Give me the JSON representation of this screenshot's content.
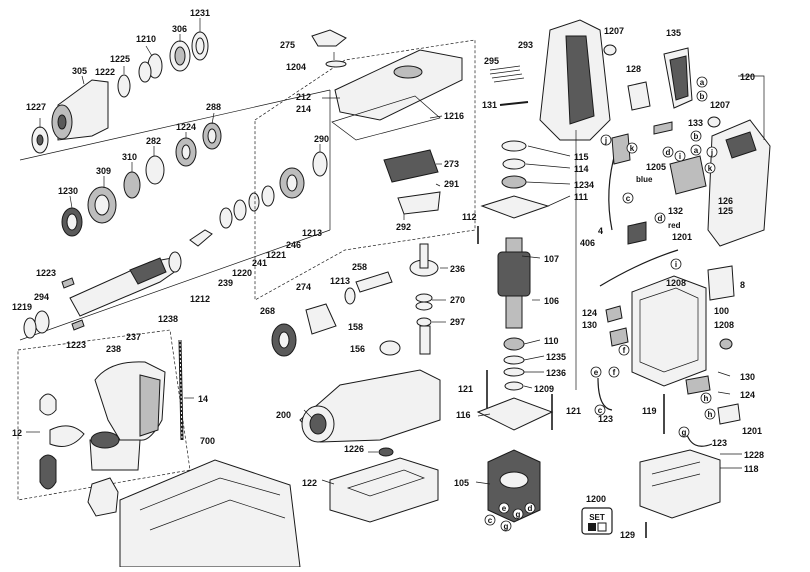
{
  "labels": {
    "p1231": "1231",
    "p306": "306",
    "p1210": "1210",
    "p1225": "1225",
    "p305": "305",
    "p1222": "1222",
    "p1227": "1227",
    "p288": "288",
    "p1224": "1224",
    "p282": "282",
    "p310": "310",
    "p309": "309",
    "p1230": "1230",
    "p290": "290",
    "p1213a": "1213",
    "p246": "246",
    "p1221": "1221",
    "p241": "241",
    "p1220": "1220",
    "p239": "239",
    "p1212": "1212",
    "p1223a": "1223",
    "p294": "294",
    "p1219": "1219",
    "p1223b": "1223",
    "p237": "237",
    "p238": "238",
    "p275": "275",
    "p1204": "1204",
    "p212": "212",
    "p214": "214",
    "p1216": "1216",
    "p273": "273",
    "p291": "291",
    "p292": "292",
    "p236": "236",
    "p258": "258",
    "p1213b": "1213",
    "p274": "274",
    "p270": "270",
    "p297": "297",
    "p268": "268",
    "p158": "158",
    "p156": "156",
    "p200": "200",
    "p1226": "1226",
    "p122": "122",
    "p1238": "1238",
    "p14": "14",
    "p12": "12",
    "p700": "700",
    "p293": "293",
    "p295": "295",
    "p131": "131",
    "p1207a": "1207",
    "p135": "135",
    "p128": "128",
    "p120": "120",
    "p1207b": "1207",
    "p133": "133",
    "p115": "115",
    "p114": "114",
    "p1234": "1234",
    "p111": "111",
    "p112": "112",
    "p406": "406",
    "p107": "107",
    "p106": "106",
    "p110": "110",
    "p1235": "1235",
    "p1236": "1236",
    "p1209": "1209",
    "p121a": "121",
    "p121b": "121",
    "p116": "116",
    "p105": "105",
    "p1205": "1205",
    "p126": "126",
    "p125": "125",
    "p132": "132",
    "p4": "4",
    "p1201a": "1201",
    "p8": "8",
    "p1208a": "1208",
    "p100": "100",
    "p1208b": "1208",
    "p124a": "124",
    "p130a": "130",
    "p130b": "130",
    "p124b": "124",
    "p123a": "123",
    "p119": "119",
    "p1201b": "1201",
    "p123b": "123",
    "p1228": "1228",
    "p118": "118",
    "p1200": "1200",
    "p129": "129"
  },
  "letters": {
    "a1": "a",
    "b1": "b",
    "c1": "c",
    "d1": "d",
    "f1": "f",
    "g1": "g",
    "h1": "h",
    "i1": "i",
    "j1": "j",
    "k1": "k",
    "j2": "j",
    "k2": "k",
    "i2": "i",
    "c2": "c",
    "d2": "d",
    "a2": "a",
    "b2": "b",
    "e1": "e",
    "f2": "f",
    "h2": "h",
    "g2": "g",
    "e2": "e",
    "c3": "c",
    "g3": "g",
    "d3": "d"
  },
  "wire_colors": {
    "blue": "blue",
    "red": "red"
  },
  "badge": {
    "set_text": "SET"
  }
}
